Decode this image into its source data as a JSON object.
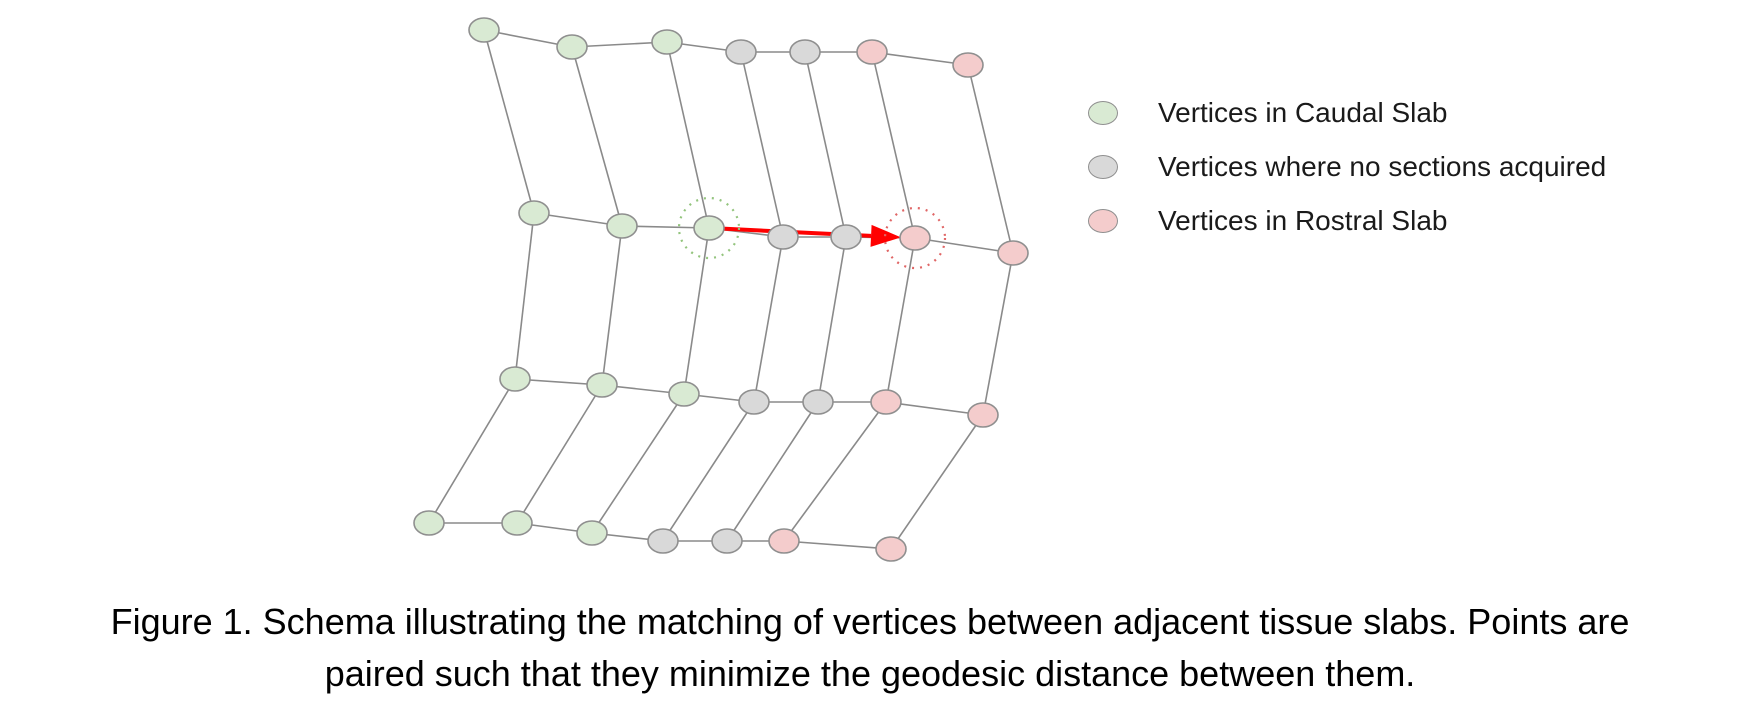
{
  "colors": {
    "caudal": "#d9ead3",
    "gap": "#d9d9d9",
    "rostral": "#f4cccc",
    "vertex_stroke": "#8f8f8f",
    "edge": "#8a8a8a",
    "arrow": "#ff0000",
    "match_ring_caudal": "#93c47d",
    "match_ring_rostral": "#e06666"
  },
  "legend": {
    "items": [
      {
        "key": "caudal",
        "label": "Vertices in Caudal Slab"
      },
      {
        "key": "gap",
        "label": "Vertices where no sections acquired"
      },
      {
        "key": "rostral",
        "label": "Vertices in Rostral Slab"
      }
    ]
  },
  "mesh": {
    "rows": [
      [
        "caudal",
        "caudal",
        "caudal",
        "gap",
        "gap",
        "rostral",
        "rostral"
      ],
      [
        "caudal",
        "caudal",
        "caudal",
        "gap",
        "gap",
        "rostral",
        "rostral"
      ],
      [
        "caudal",
        "caudal",
        "caudal",
        "gap",
        "gap",
        "rostral",
        "rostral"
      ],
      [
        "caudal",
        "caudal",
        "caudal",
        "gap",
        "gap",
        "rostral",
        "rostral"
      ]
    ],
    "matched_pair": {
      "from": {
        "row": 1,
        "col": 2
      },
      "to": {
        "row": 1,
        "col": 5
      }
    }
  },
  "caption": {
    "line1": "Figure 1. Schema illustrating the matching of vertices between adjacent tissue slabs. Points are",
    "line2": "paired such that they minimize the geodesic distance between them."
  }
}
